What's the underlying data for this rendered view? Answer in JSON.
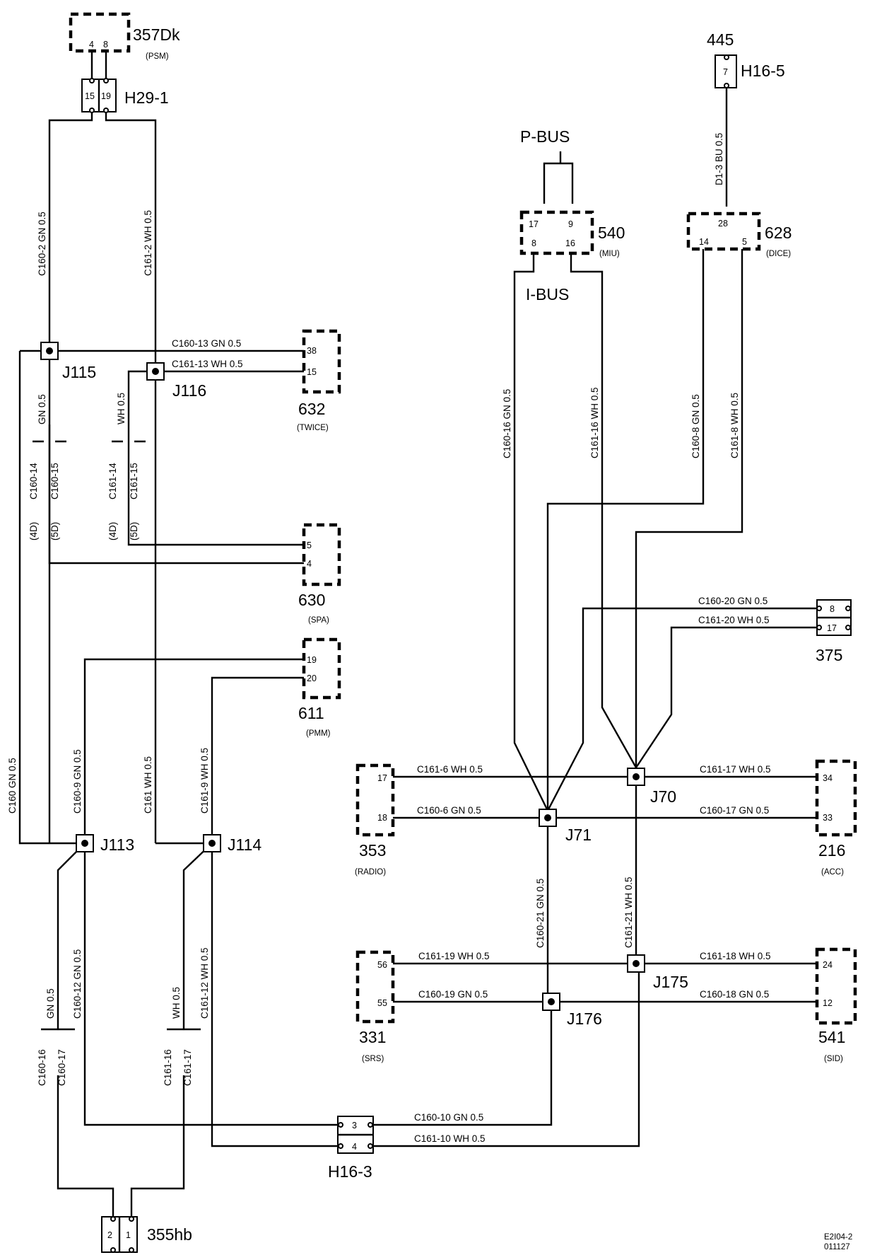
{
  "components": {
    "c357": {
      "id": "357Dk",
      "name": "(PSM)",
      "pins": [
        "4",
        "8"
      ]
    },
    "c632": {
      "id": "632",
      "name": "(TWICE)",
      "pins": [
        "38",
        "15"
      ]
    },
    "c630": {
      "id": "630",
      "name": "(SPA)",
      "pins": [
        "5",
        "4"
      ]
    },
    "c611": {
      "id": "611",
      "name": "(PMM)",
      "pins": [
        "19",
        "20"
      ]
    },
    "c540": {
      "id": "540",
      "name": "(MIU)",
      "pins": [
        "17",
        "9",
        "8",
        "16"
      ]
    },
    "c628": {
      "id": "628",
      "name": "(DICE)",
      "pins": [
        "28",
        "14",
        "5"
      ]
    },
    "c445": {
      "id": "445",
      "pin": "7"
    },
    "c375": {
      "id": "375",
      "pins": [
        "8",
        "17"
      ]
    },
    "c353": {
      "id": "353",
      "name": "(RADIO)",
      "pins": [
        "17",
        "18"
      ]
    },
    "c216": {
      "id": "216",
      "name": "(ACC)",
      "pins": [
        "34",
        "33"
      ]
    },
    "c331": {
      "id": "331",
      "name": "(SRS)",
      "pins": [
        "56",
        "55"
      ]
    },
    "c541": {
      "id": "541",
      "name": "(SID)",
      "pins": [
        "24",
        "12"
      ]
    },
    "c355": {
      "id": "355hb",
      "pins": [
        "2",
        "1"
      ]
    }
  },
  "connectors": {
    "h29": {
      "id": "H29-1",
      "pins": [
        "15",
        "19"
      ]
    },
    "h165": {
      "id": "H16-5"
    },
    "h163": {
      "id": "H16-3",
      "pins": [
        "3",
        "4"
      ]
    }
  },
  "bus_labels": {
    "pbus": "P-BUS",
    "ibus": "I-BUS"
  },
  "junctions": [
    "J115",
    "J116",
    "J113",
    "J114",
    "J70",
    "J71",
    "J175",
    "J176"
  ],
  "wire_labels": {
    "w1": "C160-2  GN  0.5",
    "w2": "C161-2  WH  0.5",
    "w3": "C160-13 GN  0.5",
    "w4": "C161-13 WH  0.5",
    "w5": "GN  0.5",
    "w6": "WH  0.5",
    "w7": "C160  GN  0.5",
    "w8": "C160-9  GN  0.5",
    "w9": "C161  WH  0.5",
    "w10": "C161-9  WH  0.5",
    "w11": "C160-12  GN  0.5",
    "w12": "C161-12  WH  0.5",
    "w13": "GN  0.5",
    "w14": "WH  0.5",
    "w15": "D1-3  BU  0.5",
    "w16": "C160-16  GN  0.5",
    "w17": "C161-16  WH  0.5",
    "w18": "C160-8  GN  0.5",
    "w19": "C161-8  WH  0.5",
    "w20": "C160-20  GN  0.5",
    "w21": "C161-20  WH  0.5",
    "w22": "C161-6  WH  0.5",
    "w23": "C160-6  GN  0.5",
    "w24": "C161-17  WH  0.5",
    "w25": "C160-17  GN  0.5",
    "w26": "C160-21  GN  0.5",
    "w27": "C161-21  WH  0.5",
    "w28": "C161-19  WH  0.5",
    "w29": "C160-19  GN  0.5",
    "w30": "C161-18  WH  0.5",
    "w31": "C160-18  GN  0.5",
    "w32": "C160-10  GN  0.5",
    "w33": "C161-10  WH  0.5"
  },
  "variant_labels": {
    "v1": "C160-14",
    "v2": "C160-15",
    "v3": "C161-14",
    "v4": "C161-15",
    "v5": "(4D)",
    "v6": "(5D)",
    "v7": "(4D)",
    "v8": "(5D)",
    "v9": "C160-16",
    "v10": "C160-17",
    "v11": "C161-16",
    "v12": "C161-17"
  },
  "drawing_ref": {
    "line1": "E2I04-2",
    "line2": "011127"
  }
}
